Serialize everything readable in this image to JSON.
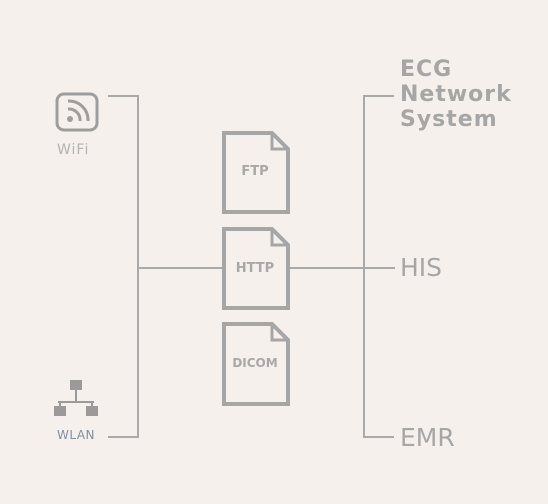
{
  "left_connections": [
    "WiFi",
    "WLAN"
  ],
  "protocols": [
    "FTP",
    "HTTP",
    "DICOM"
  ],
  "systems": {
    "ecg": "ECG Network System",
    "his": "HIS",
    "emr": "EMR"
  },
  "icons": {
    "wifi": "wifi-icon",
    "wlan": "network-icon",
    "document": "document-icon"
  },
  "colors": {
    "background": "#f6f0ec",
    "line": "#a9a9a9",
    "icon": "#9a9a9a",
    "label": "#a6a6a6",
    "wlan_label": "#7f8fa3"
  }
}
